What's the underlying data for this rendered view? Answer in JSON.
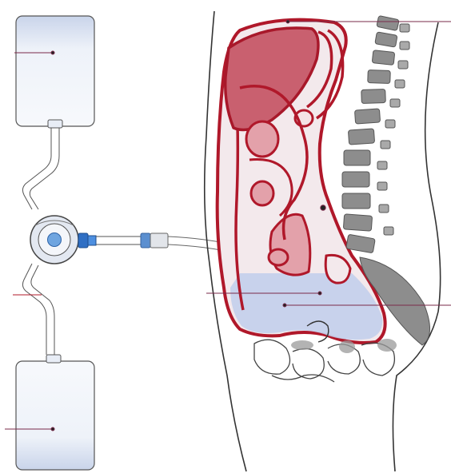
{
  "diagram": {
    "subject": "peritoneal-dialysis-schematic",
    "labels": [],
    "colors": {
      "peritoneum": "#b0182a",
      "organ_fill": "#c95a6a",
      "organ_fill_light": "#e4a7ae",
      "dialysate": "#c7d3ee",
      "bag_fill": "#dfe6f3",
      "spine_grey": "#8d8d8d",
      "outline": "#333333",
      "connector_blue": "#3b7fd0"
    },
    "callout_lines": [
      {
        "id": "callout-upper-bag"
      },
      {
        "id": "callout-lower-bag"
      },
      {
        "id": "callout-lower-tube"
      },
      {
        "id": "callout-peritoneum-top"
      },
      {
        "id": "callout-spine"
      },
      {
        "id": "callout-catheter"
      },
      {
        "id": "callout-dialysate"
      }
    ]
  }
}
